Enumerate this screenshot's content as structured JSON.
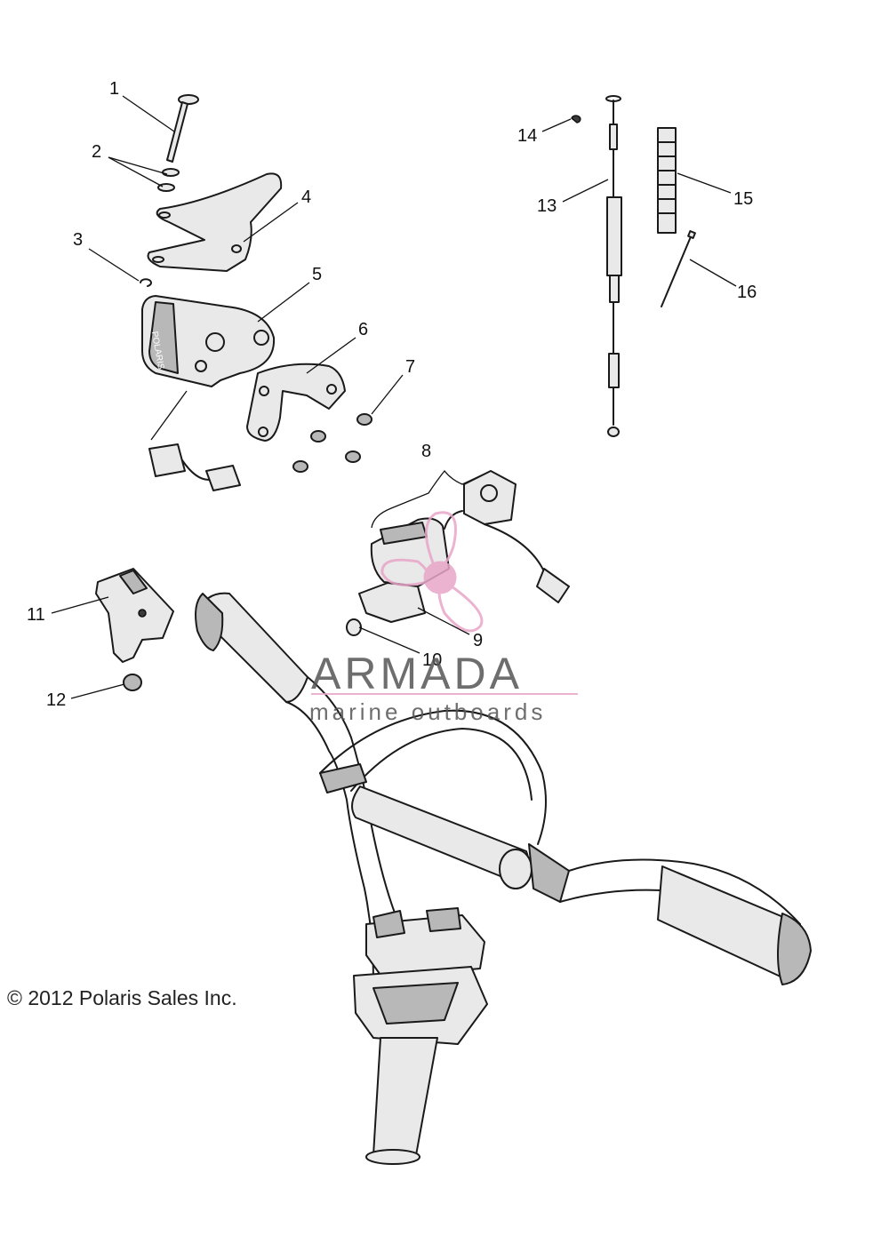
{
  "callouts": [
    {
      "id": "1",
      "label": "1"
    },
    {
      "id": "2",
      "label": "2"
    },
    {
      "id": "3",
      "label": "3"
    },
    {
      "id": "4",
      "label": "4"
    },
    {
      "id": "5",
      "label": "5"
    },
    {
      "id": "6",
      "label": "6"
    },
    {
      "id": "7",
      "label": "7"
    },
    {
      "id": "8",
      "label": "8"
    },
    {
      "id": "9",
      "label": "9"
    },
    {
      "id": "10",
      "label": "10"
    },
    {
      "id": "11",
      "label": "11"
    },
    {
      "id": "12",
      "label": "12"
    },
    {
      "id": "13",
      "label": "13"
    },
    {
      "id": "14",
      "label": "14"
    },
    {
      "id": "15",
      "label": "15"
    },
    {
      "id": "16",
      "label": "16"
    }
  ],
  "watermark": {
    "brand": "ARMADA",
    "tagline": "marine outboards",
    "accent_color": "#e8a6c8"
  },
  "copyright": "© 2012 Polaris Sales Inc.",
  "emboss_text": "POLARIS"
}
